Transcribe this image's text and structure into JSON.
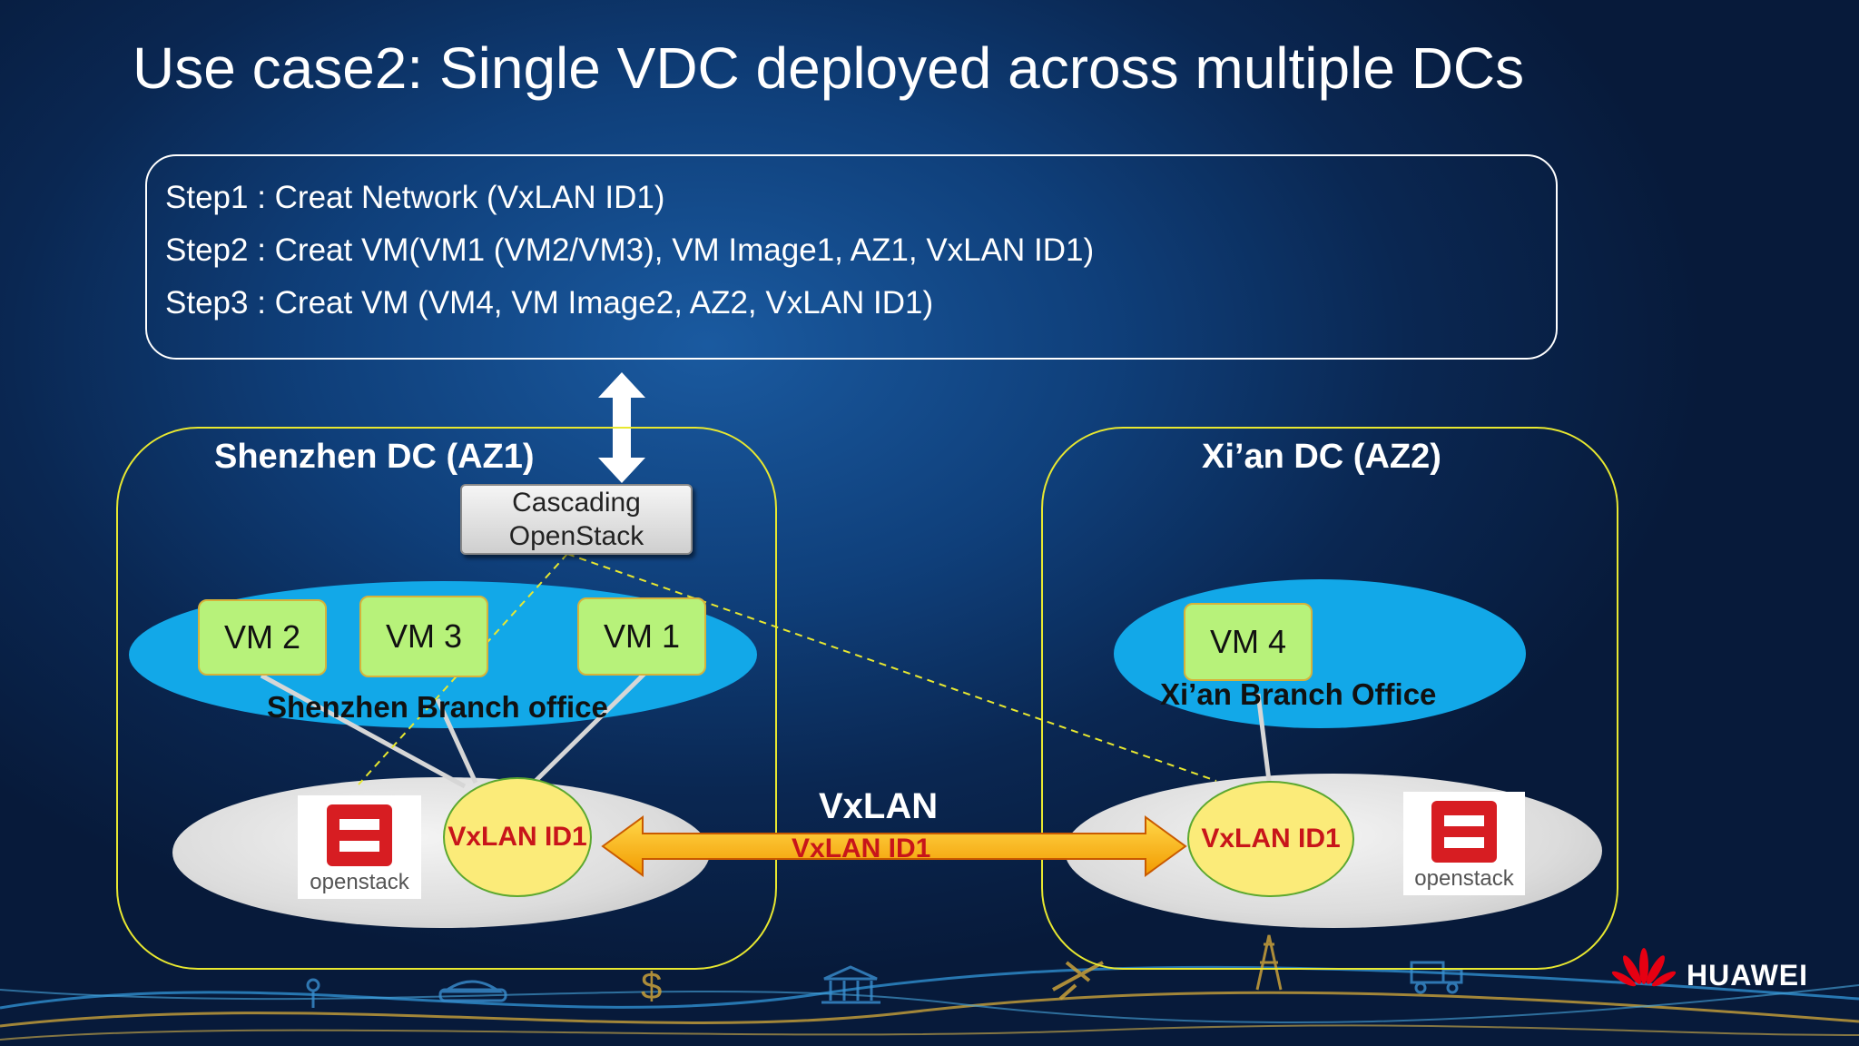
{
  "title": "Use case2:  Single VDC deployed across multiple DCs",
  "steps": [
    "Step1 : Creat Network (VxLAN ID1)",
    "Step2 : Creat VM(VM1 (VM2/VM3), VM Image1, AZ1, VxLAN ID1)",
    "Step3 : Creat VM (VM4, VM Image2, AZ2, VxLAN ID1)"
  ],
  "cascading": {
    "line1": "Cascading",
    "line2": "OpenStack"
  },
  "dc1": {
    "title": "Shenzhen DC (AZ1)",
    "branch": "Shenzhen Branch office",
    "vms": [
      "VM 2",
      "VM 3",
      "VM   1"
    ],
    "vxlan": "VxLAN ID1",
    "openstack": "openstack"
  },
  "dc2": {
    "title": "Xi’an  DC (AZ2)",
    "branch": "Xi’an Branch Office",
    "vms": [
      "VM 4"
    ],
    "vxlan": "VxLAN ID1",
    "openstack": "openstack"
  },
  "link": {
    "label": "VxLAN",
    "arrow_label": "VxLAN ID1"
  },
  "brand": {
    "name": "HUAWEI"
  },
  "colors": {
    "dc_border": "#e8e830",
    "branch": "#12a8e8",
    "vm": "#b7f27a",
    "vxlan_text": "#c8151a",
    "arrow": "#f5b400"
  }
}
